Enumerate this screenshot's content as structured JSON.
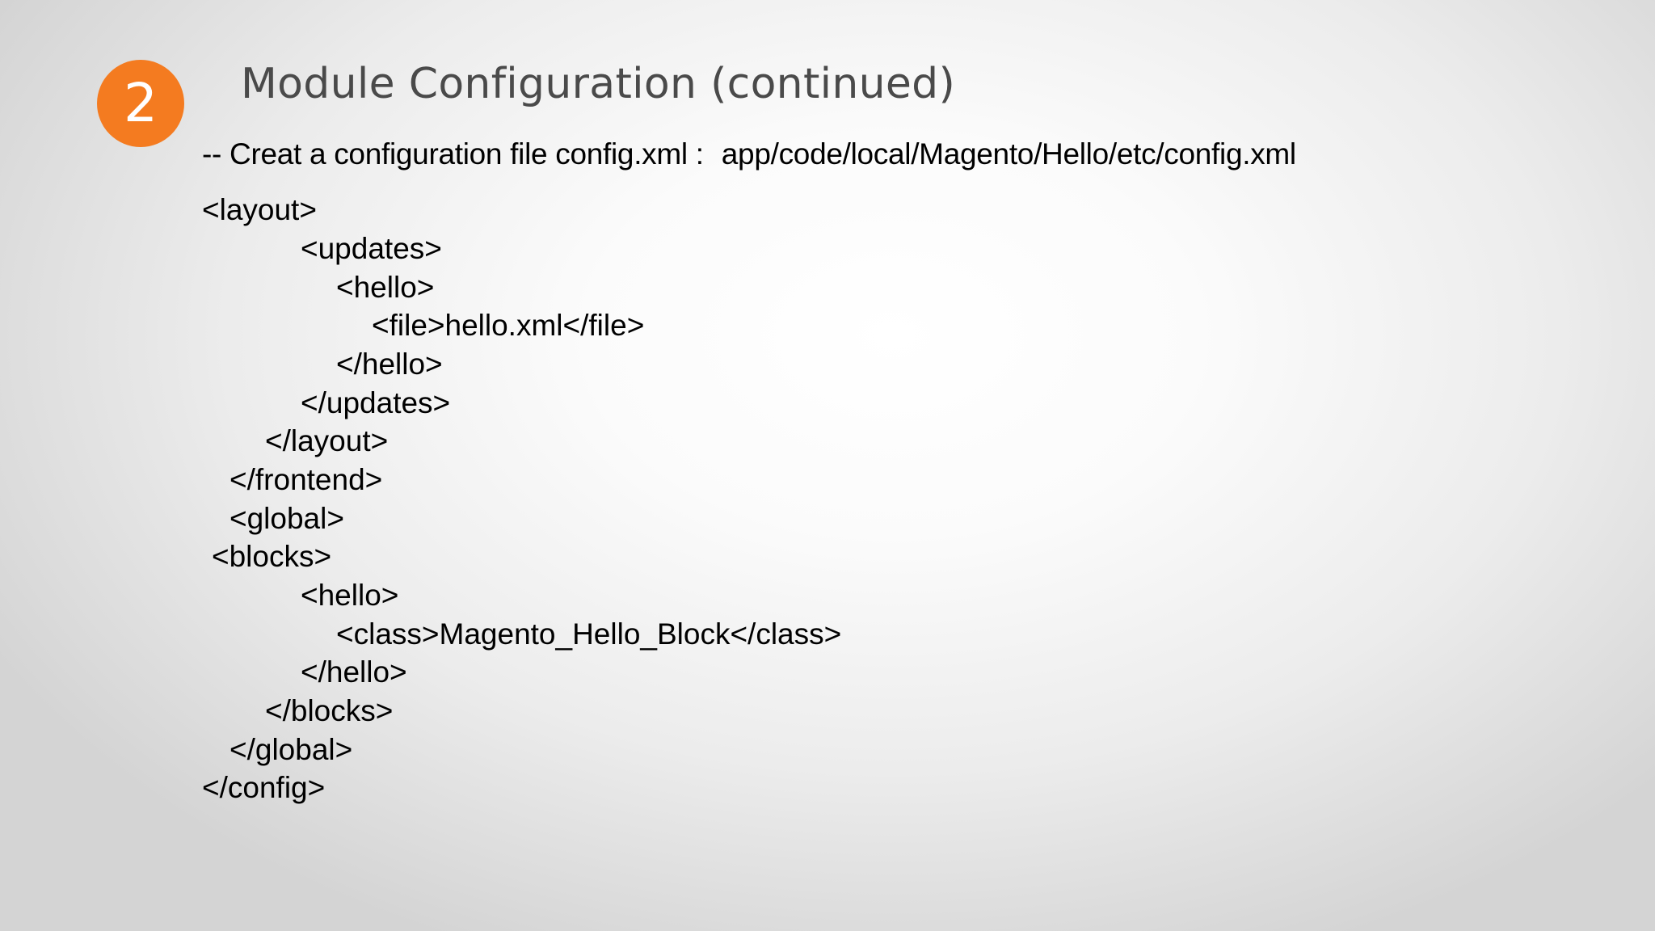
{
  "slide": {
    "step_number": "2",
    "title": "Module Configuration (continued)",
    "subtitle_prefix": "-- Creat a configuration file config.xml :",
    "subtitle_path": "app/code/local/Magento/Hello/etc/config.xml",
    "code_lines": [
      "<layout>",
      "<updates>",
      "<hello>",
      "<file>hello.xml</file>",
      "</hello>",
      "</updates>",
      "</layout>",
      "</frontend>",
      "<global>",
      "<blocks>",
      "<hello>",
      "<class>Magento_Hello_Block</class>",
      "</hello>",
      "</blocks>",
      "</global>",
      "</config>"
    ]
  },
  "colors": {
    "accent": "#f47b20",
    "title": "#4a4a4a",
    "text": "#000000"
  }
}
